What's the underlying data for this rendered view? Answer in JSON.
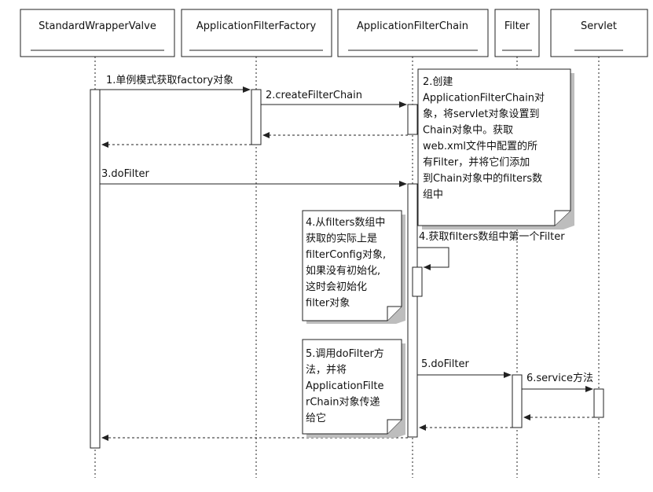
{
  "participants": [
    {
      "name": "StandardWrapperValve"
    },
    {
      "name": "ApplicationFilterFactory"
    },
    {
      "name": "ApplicationFilterChain"
    },
    {
      "name": "Filter"
    },
    {
      "name": "Servlet"
    }
  ],
  "messages": {
    "m1": "1.单例模式获取factory对象",
    "m2": "2.createFilterChain",
    "m3": "3.doFilter",
    "m4": "4.获取filters数组中第一个Filter",
    "m5": "5.doFilter",
    "m6": "6.service方法"
  },
  "notes": {
    "n2": [
      "2.创建",
      "ApplicationFilterChain对",
      "象，将servlet对象设置到",
      "Chain对象中。获取",
      "web.xml文件中配置的所",
      "有Filter，并将它们添加",
      "到Chain对象中的filters数",
      "组中"
    ],
    "n4": [
      "4.从filters数组中",
      "获取的实际上是",
      "filterConfig对象,",
      "如果没有初始化,",
      "这时会初始化",
      "filter对象"
    ],
    "n5": [
      "5.调用doFilter方",
      "法，并将",
      "ApplicationFilte",
      "rChain对象传递",
      "给它"
    ]
  }
}
